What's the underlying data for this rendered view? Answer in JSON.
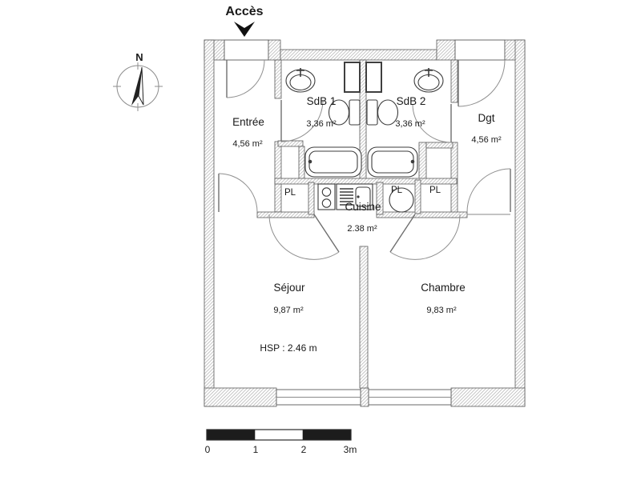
{
  "plan": {
    "access_label": "Accès",
    "compass_north": "N",
    "hsp_label": "HSP : 2.46 m",
    "closet_label": "PL",
    "rooms": [
      {
        "name": "Entrée",
        "area": "4,56 m²"
      },
      {
        "name": "SdB 1",
        "area": "3,36 m²"
      },
      {
        "name": "SdB 2",
        "area": "3,36 m²"
      },
      {
        "name": "Dgt",
        "area": "4,56 m²"
      },
      {
        "name": "Cuisine",
        "area": "2.38 m²"
      },
      {
        "name": "Séjour",
        "area": "9,87 m²"
      },
      {
        "name": "Chambre",
        "area": "9,83 m²"
      }
    ],
    "scale_bar": {
      "ticks": [
        "0",
        "1",
        "2",
        "3m"
      ]
    },
    "fixtures": [
      "washbasin",
      "toilet",
      "bathtub",
      "cooktop",
      "kitchen-sink",
      "washing-machine"
    ],
    "colors": {
      "wall_outline": "#5a5a5a",
      "hatch": "#ababab",
      "text": "#1a1a1a",
      "fixture": "#3c3c3c",
      "arrow": "#111111"
    }
  }
}
